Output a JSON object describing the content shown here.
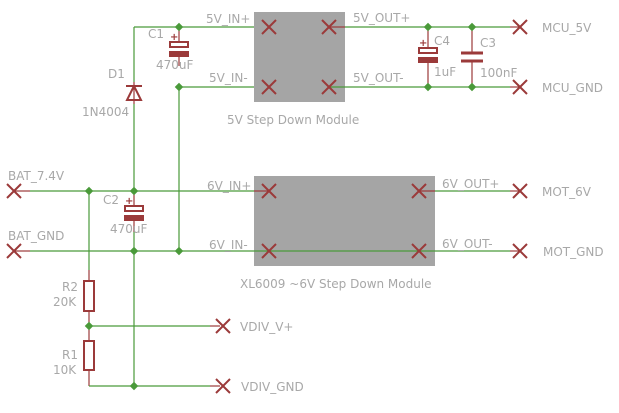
{
  "colors": {
    "wire": "#4a9a3a",
    "component": "#9b3a3a",
    "label": "#a8a8a8",
    "module_fill": "#a5a5a5",
    "background": "#ffffff"
  },
  "modules": {
    "step5v": {
      "title": "5V Step Down Module",
      "pins": {
        "in_pos": "5V_IN+",
        "in_neg": "5V_IN-",
        "out_pos": "5V_OUT+",
        "out_neg": "5V_OUT-"
      }
    },
    "step6v": {
      "title": "XL6009 ~6V Step Down Module",
      "pins": {
        "in_pos": "6V_IN+",
        "in_neg": "6V_IN-",
        "out_pos": "6V_OUT+",
        "out_neg": "6V_OUT-"
      }
    }
  },
  "components": {
    "c1": {
      "name": "C1",
      "value": "470uF",
      "polarity": "+"
    },
    "c2": {
      "name": "C2",
      "value": "470uF",
      "polarity": "+"
    },
    "c3": {
      "name": "C3",
      "value": "100nF"
    },
    "c4": {
      "name": "C4",
      "value": "1uF",
      "polarity": "+"
    },
    "d1": {
      "name": "D1",
      "value": "1N4004"
    },
    "r1": {
      "name": "R1",
      "value": "10K"
    },
    "r2": {
      "name": "R2",
      "value": "20K"
    }
  },
  "connectors": {
    "bat_pos": "BAT_7.4V",
    "bat_gnd": "BAT_GND",
    "mcu_5v": "MCU_5V",
    "mcu_gnd": "MCU_GND",
    "mot_6v": "MOT_6V",
    "mot_gnd": "MOT_GND",
    "vdiv_pos": "VDIV_V+",
    "vdiv_gnd": "VDIV_GND"
  }
}
